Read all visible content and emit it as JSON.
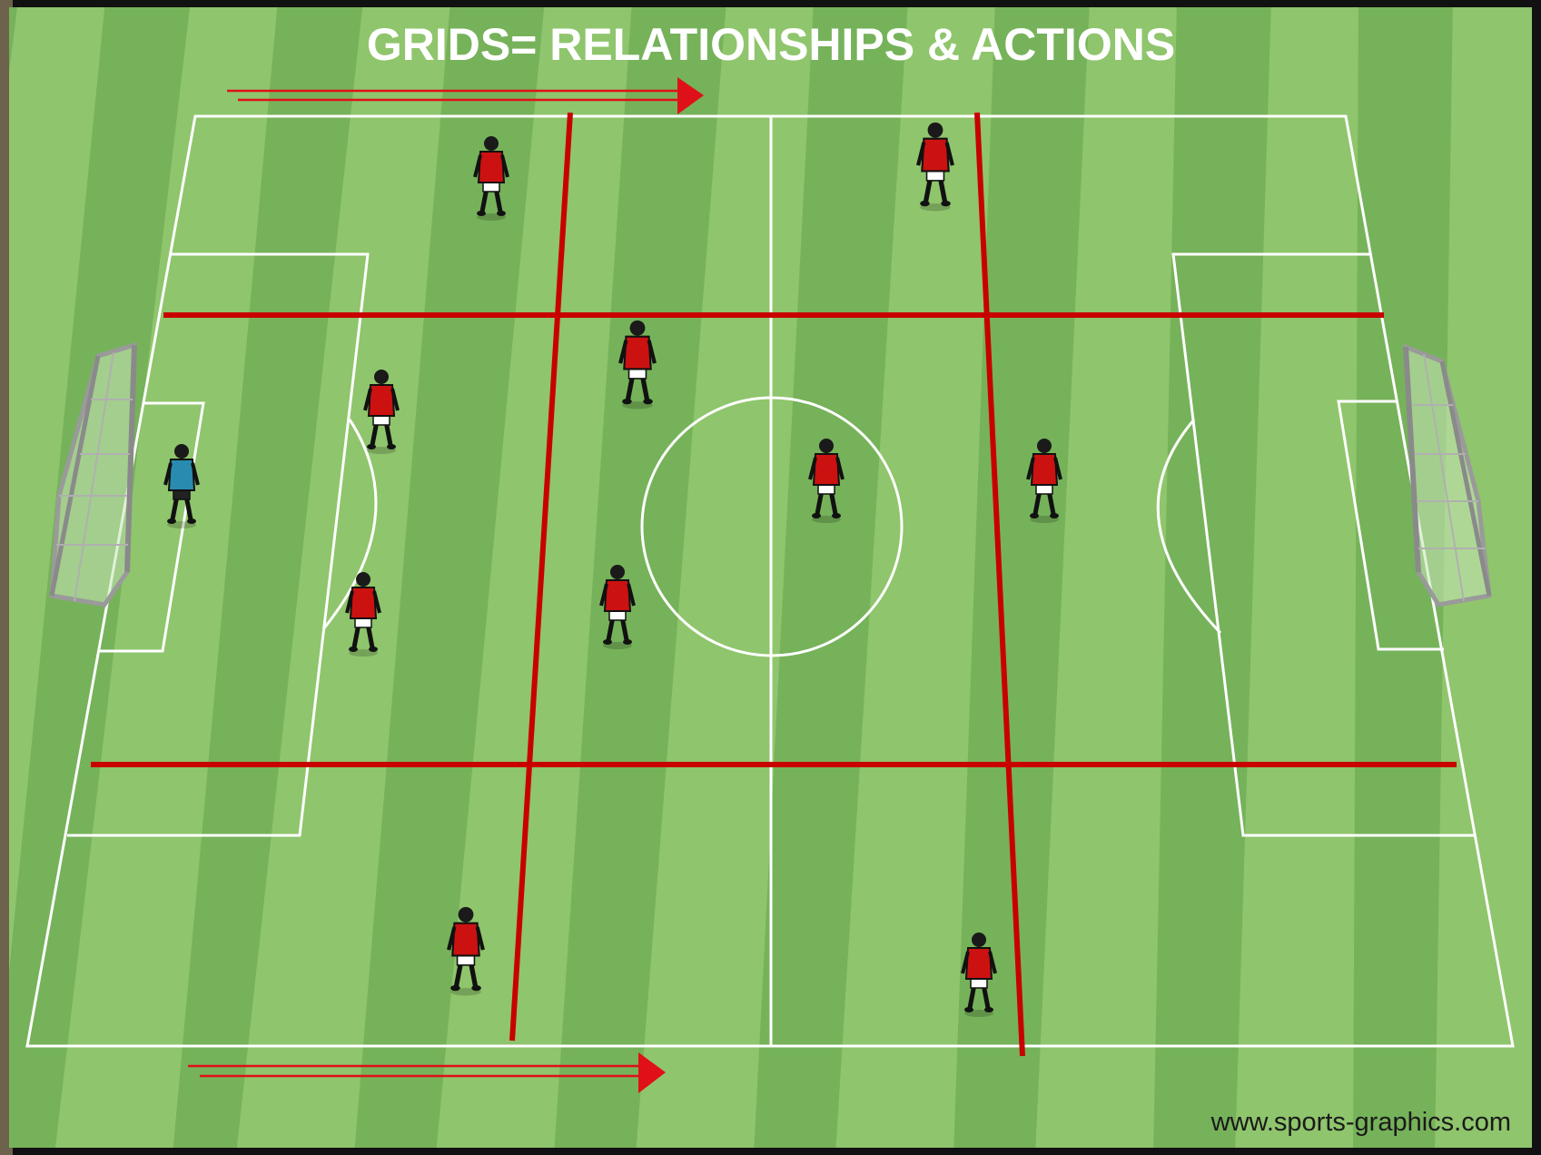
{
  "title": "GRIDS=  RELATIONSHIPS & ACTIONS",
  "credit": "www.sports-graphics.com",
  "colors": {
    "border": "#111111",
    "grass_dark": "#76b25a",
    "grass_light": "#8fc56c",
    "pitch_lines": "#ffffff",
    "grid_lines": "#c80000",
    "arrows": "#e01018",
    "team_shirt": "#cc1111",
    "goalkeeper_shirt": "#2a8bb0"
  },
  "players": [
    {
      "role": "goalkeeper",
      "icon": "goalkeeper-figure"
    },
    {
      "role": "outfield",
      "icon": "player-figure"
    },
    {
      "role": "outfield",
      "icon": "player-figure"
    },
    {
      "role": "outfield",
      "icon": "player-figure"
    },
    {
      "role": "outfield",
      "icon": "player-figure"
    },
    {
      "role": "outfield",
      "icon": "player-figure"
    },
    {
      "role": "outfield",
      "icon": "player-figure"
    },
    {
      "role": "outfield",
      "icon": "player-figure"
    },
    {
      "role": "outfield",
      "icon": "player-figure"
    },
    {
      "role": "outfield",
      "icon": "player-figure"
    },
    {
      "role": "outfield",
      "icon": "player-figure"
    }
  ]
}
